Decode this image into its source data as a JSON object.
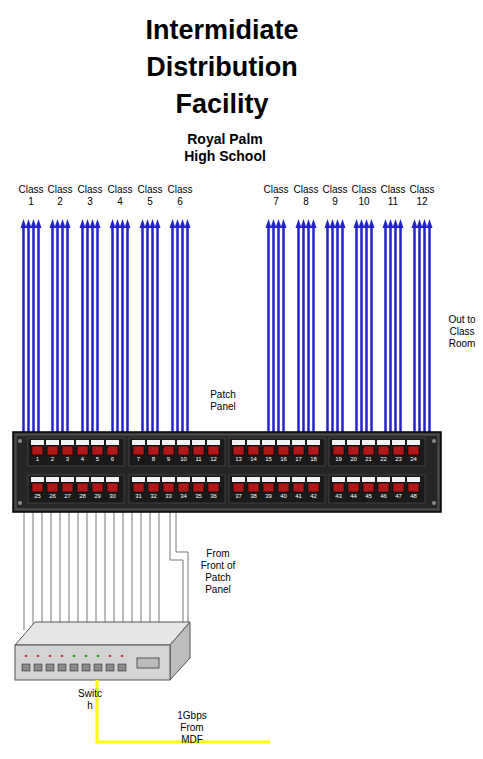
{
  "diagram": {
    "title": "Intermidiate Distribution Facility",
    "labels": [
      "Royal Palm High School",
      "Class 1",
      "Class 2",
      "Class 3",
      "Class 4",
      "Class 5",
      "Class 6",
      "Class 7",
      "Class 8",
      "Class 9",
      "Class 10",
      "Class 11",
      "Class 12",
      "Out to Class Room",
      "Patch Panel",
      "1",
      "2",
      "3",
      "4",
      "5",
      "6",
      "7",
      "8",
      "9",
      "10",
      "11",
      "12",
      "13",
      "14",
      "15",
      "16",
      "17",
      "18",
      "19",
      "20",
      "21",
      "22",
      "23",
      "24",
      "25",
      "26",
      "27",
      "28",
      "29",
      "30",
      "31",
      "32",
      "33",
      "34",
      "35",
      "36",
      "37",
      "38",
      "39",
      "40",
      "41",
      "42",
      "43",
      "44",
      "45",
      "46",
      "47",
      "48",
      "From Front of Patch Panel",
      "Switc h",
      "1Gbps From MDF"
    ]
  }
}
